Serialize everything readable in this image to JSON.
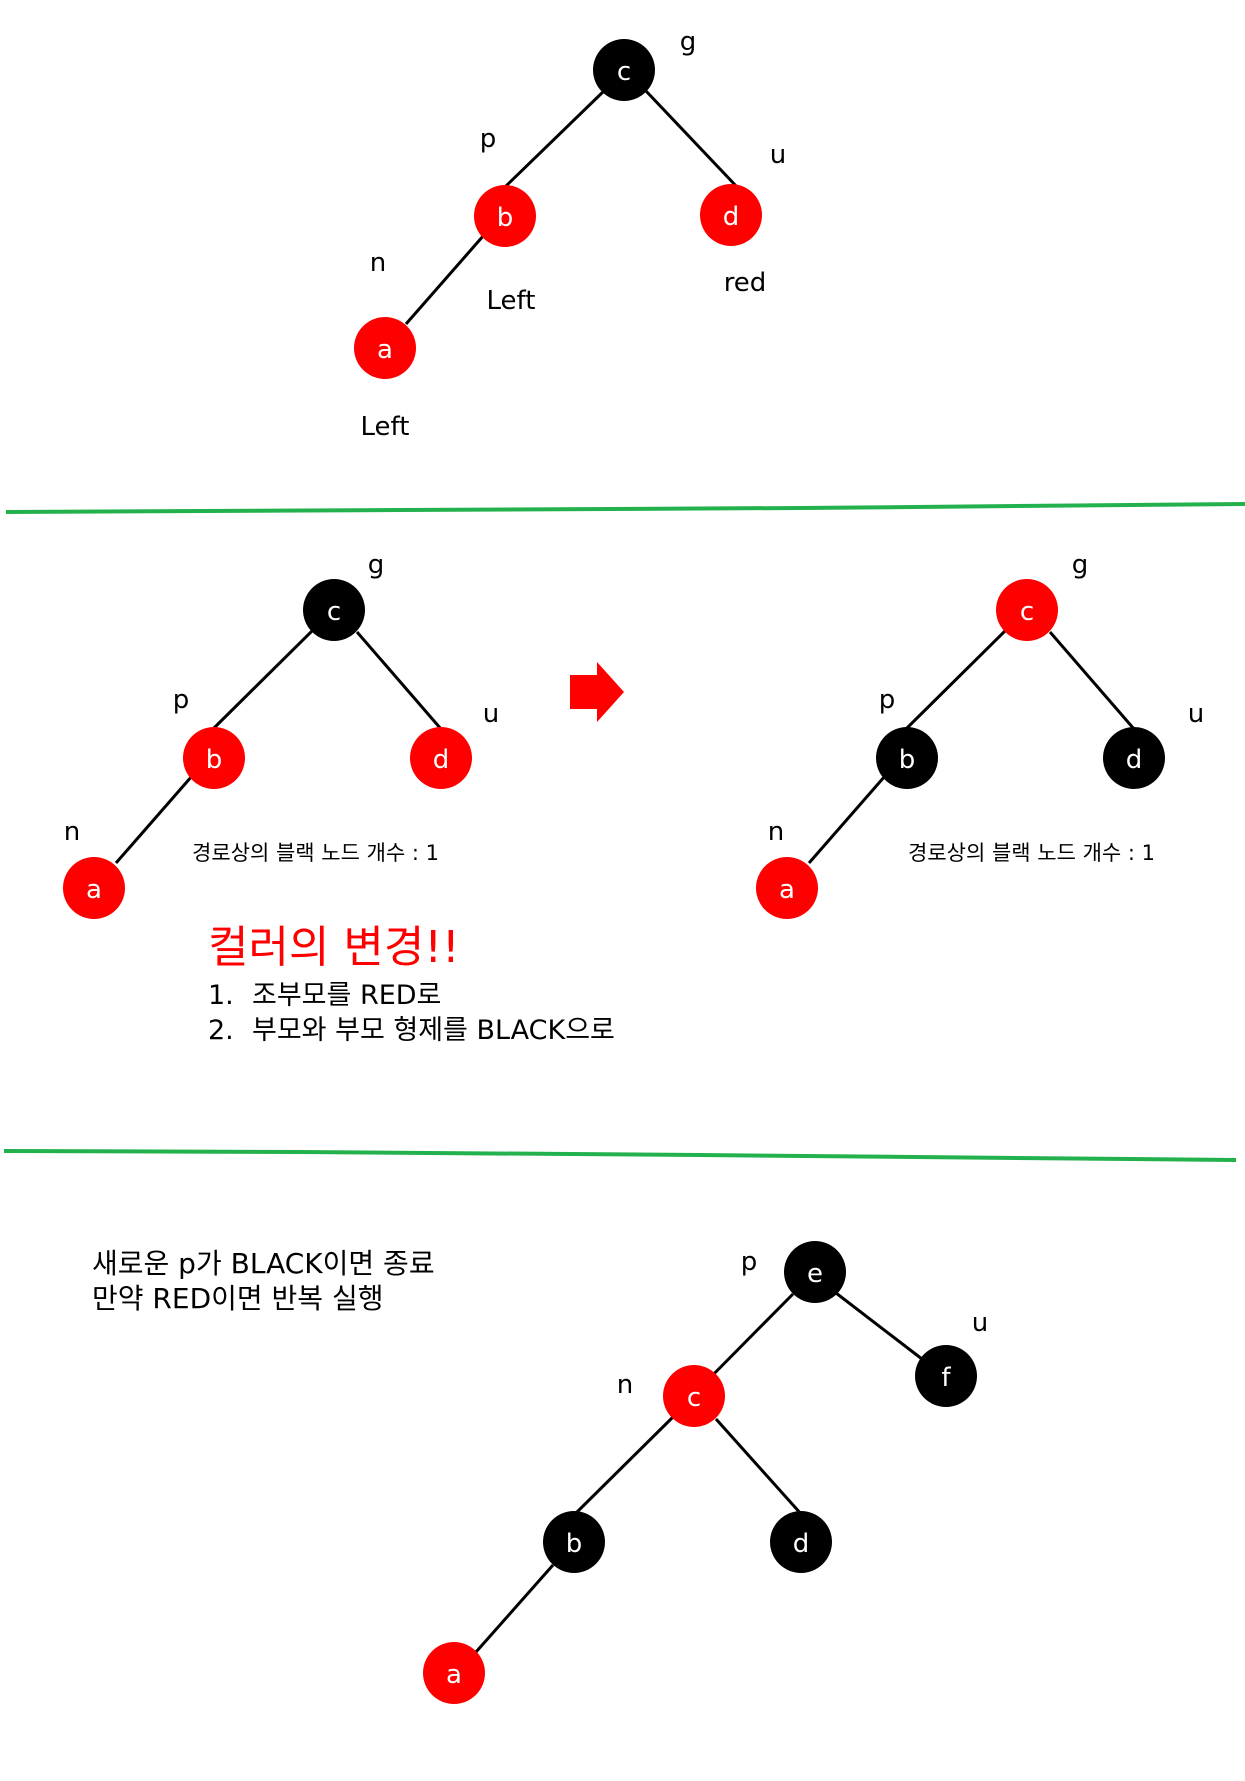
{
  "colors": {
    "red_node": "#ff0000",
    "black_node": "#000000",
    "edge": "#000000",
    "divider": "#22b14c",
    "heading": "#ff0000",
    "arrow": "#ff0000"
  },
  "panel1": {
    "nodes": {
      "c": {
        "text": "c",
        "color": "black"
      },
      "b": {
        "text": "b",
        "color": "red"
      },
      "d": {
        "text": "d",
        "color": "red"
      },
      "a": {
        "text": "a",
        "color": "red"
      }
    },
    "labels": {
      "g": "g",
      "p": "p",
      "u": "u",
      "n": "n",
      "left_b": "Left",
      "left_a": "Left",
      "red_d": "red"
    }
  },
  "panel2_before": {
    "nodes": {
      "c": {
        "text": "c",
        "color": "black"
      },
      "b": {
        "text": "b",
        "color": "red"
      },
      "d": {
        "text": "d",
        "color": "red"
      },
      "a": {
        "text": "a",
        "color": "red"
      }
    },
    "labels": {
      "g": "g",
      "p": "p",
      "u": "u",
      "n": "n"
    },
    "black_count": "경로상의 블랙 노드 개수 : 1"
  },
  "panel2_after": {
    "nodes": {
      "c": {
        "text": "c",
        "color": "red"
      },
      "b": {
        "text": "b",
        "color": "black"
      },
      "d": {
        "text": "d",
        "color": "black"
      },
      "a": {
        "text": "a",
        "color": "red"
      }
    },
    "labels": {
      "g": "g",
      "p": "p",
      "u": "u",
      "n": "n"
    },
    "black_count": "경로상의 블랙 노드 개수 : 1"
  },
  "recolor": {
    "heading": "컬러의 변경!!",
    "steps": [
      {
        "num": "1.",
        "text": "조부모를 RED로"
      },
      {
        "num": "2.",
        "text": "부모와 부모 형제를 BLACK으로"
      }
    ]
  },
  "panel3": {
    "note_line1": "새로운 p가 BLACK이면 종료",
    "note_line2": "만약 RED이면 반복 실행",
    "nodes": {
      "e": {
        "text": "e",
        "color": "black"
      },
      "f": {
        "text": "f",
        "color": "black"
      },
      "c": {
        "text": "c",
        "color": "red"
      },
      "b": {
        "text": "b",
        "color": "black"
      },
      "d": {
        "text": "d",
        "color": "black"
      },
      "a": {
        "text": "a",
        "color": "red"
      }
    },
    "labels": {
      "p": "p",
      "u": "u",
      "n": "n"
    }
  }
}
